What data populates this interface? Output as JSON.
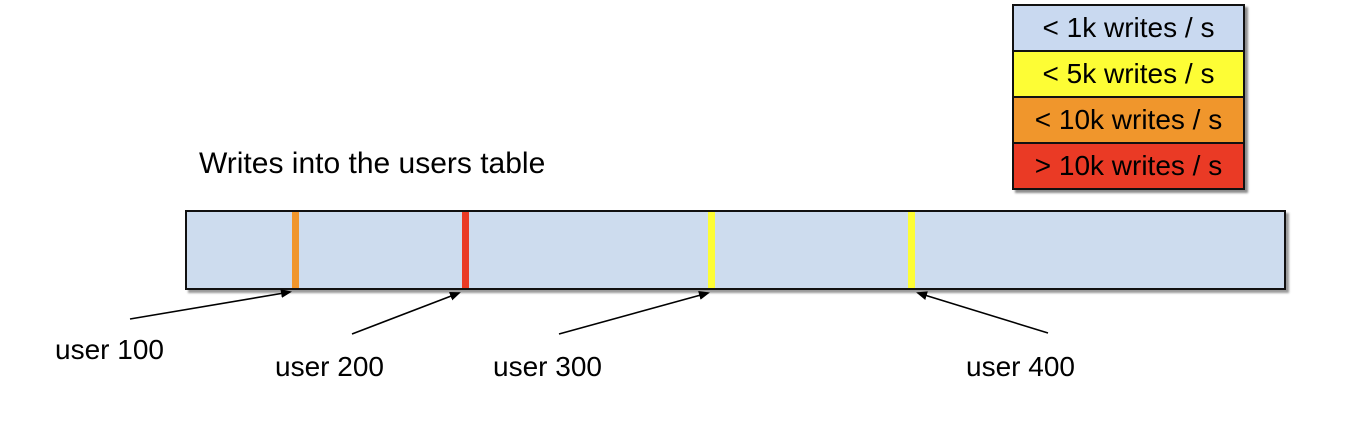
{
  "title": "Writes into the users table",
  "legend": {
    "items": [
      {
        "label": "< 1k writes / s",
        "color": "#c9d9f0"
      },
      {
        "label": "< 5k writes / s",
        "color": "#fdfd35"
      },
      {
        "label": "< 10k writes / s",
        "color": "#f0962c"
      },
      {
        "label": "> 10k writes / s",
        "color": "#ea3a25"
      }
    ]
  },
  "bar": {
    "fill": "#cddcee",
    "stripes": [
      {
        "user": "user 100",
        "color": "#f0962c",
        "rate": "< 10k writes / s",
        "position_pct": 9.8
      },
      {
        "user": "user 200",
        "color": "#ea3a25",
        "rate": "> 10k writes / s",
        "position_pct": 25.3
      },
      {
        "user": "user 300",
        "color": "#fdfd35",
        "rate": "< 5k writes / s",
        "position_pct": 47.8
      },
      {
        "user": "user 400",
        "color": "#fdfd35",
        "rate": "< 5k writes / s",
        "position_pct": 66.0
      }
    ]
  }
}
